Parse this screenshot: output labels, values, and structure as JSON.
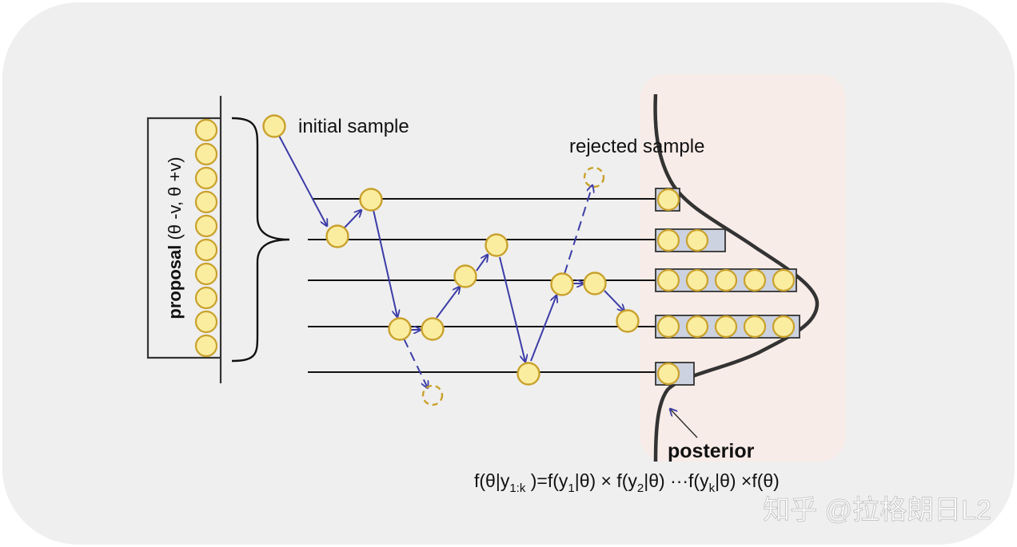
{
  "labels": {
    "initial_sample": "initial sample",
    "rejected_sample": "rejected sample",
    "proposal_bold": "proposal",
    "proposal_rest": " (θ -v, θ +v)",
    "posterior": "posterior"
  },
  "formula": {
    "p1": "f(θ|y",
    "p2": "1:k",
    "p3": " )=f(y",
    "p4": "1",
    "p5": "|θ) × f(y",
    "p6": "2",
    "p7": "|θ) ···f(y",
    "p8": "k",
    "p9": "|θ) ×f(θ)"
  },
  "watermark": "知乎 @拉格朗日L2",
  "colors": {
    "page_background": "#efefef",
    "posterior_panel": "#f8ece8",
    "sample_fill": "#fbeda0",
    "sample_stroke": "#c9a12c",
    "arrow": "#3c3ca8",
    "histogram_bin": "#ccd2df",
    "curve": "#333333"
  },
  "histogram_counts": [
    1,
    2,
    5,
    5,
    1
  ],
  "proposal_stack_count": 10
}
